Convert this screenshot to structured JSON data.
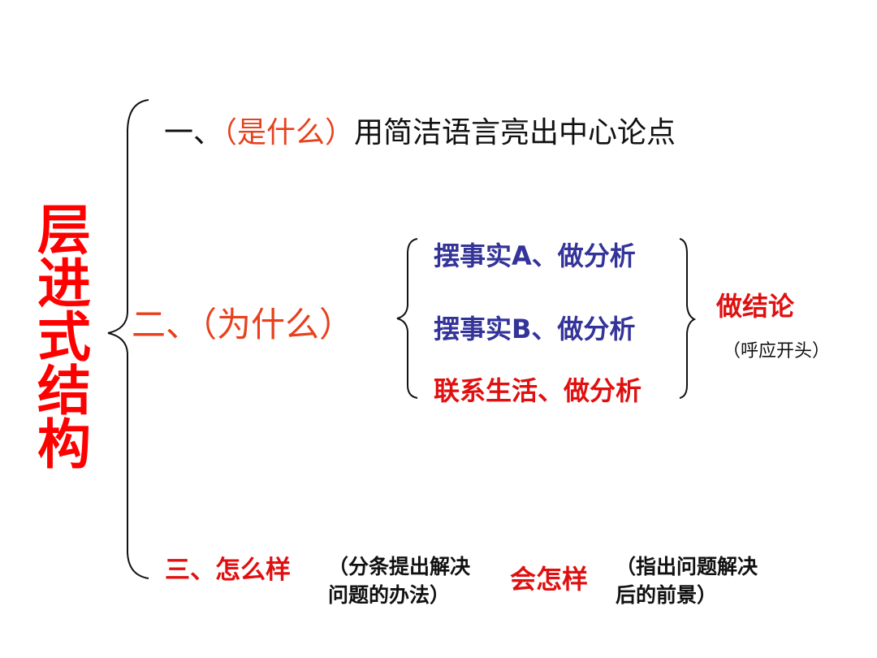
{
  "title": {
    "chars": [
      "层",
      "进",
      "式",
      "结",
      "构"
    ],
    "color": "#ff0000"
  },
  "point1": {
    "prefix": "一、",
    "question": "（是什么）",
    "text": "用简洁语言亮出中心论点"
  },
  "point2": {
    "label": "二、（为什么）",
    "items": [
      {
        "text": "摆事实A、做分析",
        "color": "#333399"
      },
      {
        "text": "摆事实B、做分析",
        "color": "#333399"
      },
      {
        "text": "联系生活、做分析",
        "color": "#e01010"
      }
    ],
    "conclusion": "做结论",
    "conclusion_note": "（呼应开头）"
  },
  "point3": {
    "label": "三、怎么样",
    "note_line1": "（分条提出解决",
    "note_line2": "问题的办法）",
    "outcome_label": "会怎样",
    "outcome_note_line1": "（指出问题解决",
    "outcome_note_line2": "后的前景）"
  },
  "colors": {
    "question_orange": "#e8401c",
    "blue": "#333399",
    "red": "#e01010",
    "text": "#111111"
  }
}
